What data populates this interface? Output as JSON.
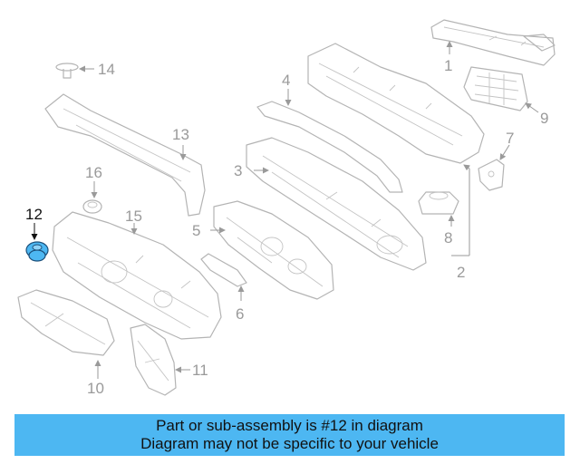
{
  "diagram": {
    "callouts": {
      "c1": "1",
      "c2": "2",
      "c3": "3",
      "c4": "4",
      "c5": "5",
      "c6": "6",
      "c7": "7",
      "c8": "8",
      "c9": "9",
      "c10": "10",
      "c11": "11",
      "c12": "12",
      "c13": "13",
      "c14": "14",
      "c15": "15",
      "c16": "16"
    },
    "highlight_color": "#4db7f2"
  },
  "banner": {
    "line1": "Part or sub-assembly is #12 in diagram",
    "line2": "Diagram may not be specific to your vehicle",
    "background": "#4db7f2"
  }
}
